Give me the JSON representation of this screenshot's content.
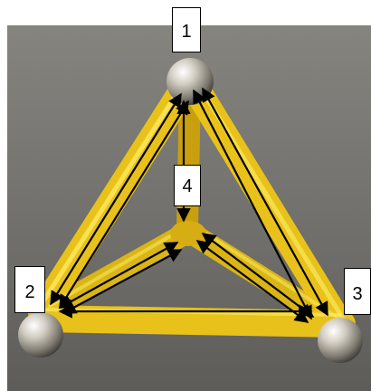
{
  "figure": {
    "labels": [
      {
        "id": "1",
        "text": "1"
      },
      {
        "id": "2",
        "text": "2"
      },
      {
        "id": "3",
        "text": "3"
      },
      {
        "id": "4",
        "text": "4"
      }
    ]
  },
  "colors": {
    "background": "#7a7a76",
    "strut": "#e8c21a",
    "strut_highlight": "#fff06a",
    "ball": "#b9b4aa",
    "arrow": "#000000"
  }
}
